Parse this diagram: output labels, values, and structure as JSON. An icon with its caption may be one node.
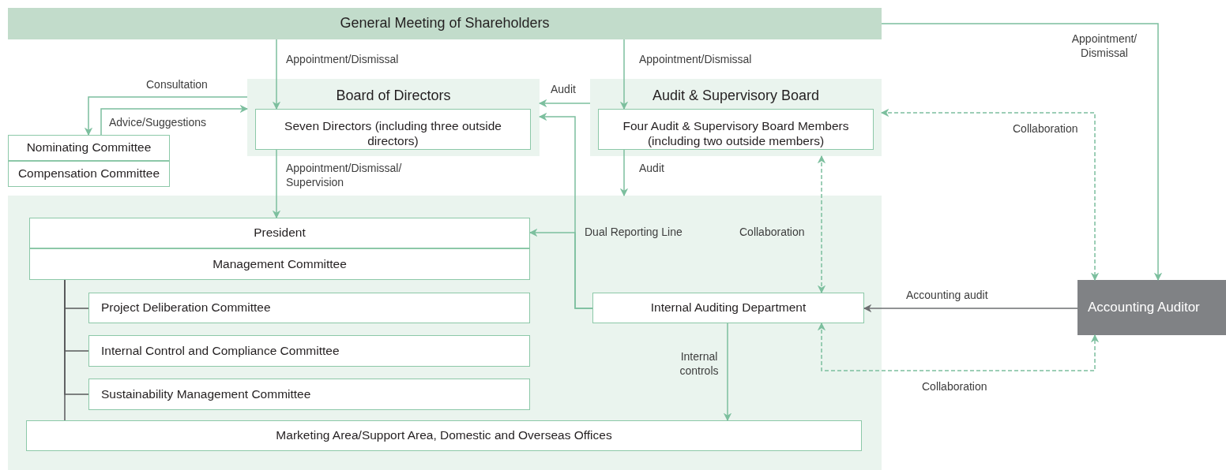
{
  "diagram": {
    "nodes": [
      {
        "text": [
          "General Meeting of Shareholders"
        ]
      },
      {
        "text": [
          "Board of Directors"
        ]
      },
      {
        "text": [
          "Seven Directors (including three outside directors)"
        ],
        "in": 1
      },
      {
        "text": [
          "Audit & Supervisory Board"
        ]
      },
      {
        "text": [
          "Four Audit & Supervisory Board Members (including two outside members)"
        ],
        "in": 3
      },
      {
        "text": [
          "Nominating Committee"
        ]
      },
      {
        "text": [
          "Compensation Committee"
        ]
      },
      {
        "text": [],
        "shape": "box"
      },
      {
        "text": [
          "President"
        ],
        "in": 7
      },
      {
        "text": [
          "Management Committee"
        ],
        "in": 7
      },
      {
        "text": [
          "Project Deliberation Committee"
        ],
        "in": 7
      },
      {
        "text": [
          "Internal Control and Compliance Committee"
        ],
        "in": 7
      },
      {
        "text": [
          "Sustainability Management Committee"
        ],
        "in": 7
      },
      {
        "text": [
          "Marketing Area/Support Area, Domestic and Overseas Offices"
        ],
        "in": 7
      },
      {
        "text": [
          "Internal Auditing Department"
        ],
        "in": 7
      },
      {
        "text": [
          "Accounting Auditor"
        ]
      }
    ],
    "edges": [
      {
        "from": 0,
        "to": 2,
        "arrow": "to",
        "label": "Appointment/Dismissal"
      },
      {
        "from": 0,
        "to": 4,
        "arrow": "to",
        "label": "Appointment/Dismissal"
      },
      {
        "from": 0,
        "to": 15,
        "arrow": "to",
        "label": "Appointment/ Dismissal"
      },
      {
        "from": 1,
        "to": 5,
        "arrow": "to",
        "label": "Consultation"
      },
      {
        "from": 5,
        "to": 1,
        "arrow": "to",
        "label": "Advice/Suggestions"
      },
      {
        "from": 3,
        "to": 1,
        "arrow": "to",
        "label": "Audit"
      },
      {
        "from": 14,
        "to": 1,
        "arrow": "to"
      },
      {
        "from": 14,
        "to": 8,
        "arrow": "to",
        "label": "Dual Reporting Line"
      },
      {
        "from": 4,
        "to": 7,
        "arrow": "to",
        "label": "Audit"
      },
      {
        "from": 2,
        "to": 8,
        "arrow": "to",
        "label": "Appointment/Dismissal/ Supervision"
      },
      {
        "from": 3,
        "to": 14,
        "arrow": "both",
        "style": "dashed",
        "label": "Collaboration"
      },
      {
        "from": 3,
        "to": 15,
        "arrow": "both",
        "style": "dashed",
        "label": "Collaboration"
      },
      {
        "from": 15,
        "to": 14,
        "arrow": "to",
        "color": "#6d6e71",
        "label": "Accounting audit"
      },
      {
        "from": 14,
        "to": 15,
        "arrow": "both",
        "style": "dashed",
        "label": "Collaboration"
      },
      {
        "from": 14,
        "to": 13,
        "arrow": "to",
        "label": "Internal controls"
      },
      {
        "from": 9,
        "to": 10,
        "arrow": "none",
        "color": "#58595b"
      },
      {
        "from": 9,
        "to": 11,
        "arrow": "none",
        "color": "#58595b"
      },
      {
        "from": 9,
        "to": 12,
        "arrow": "none",
        "color": "#58595b"
      },
      {
        "from": 9,
        "to": 13,
        "arrow": "none",
        "color": "#58595b"
      }
    ]
  }
}
